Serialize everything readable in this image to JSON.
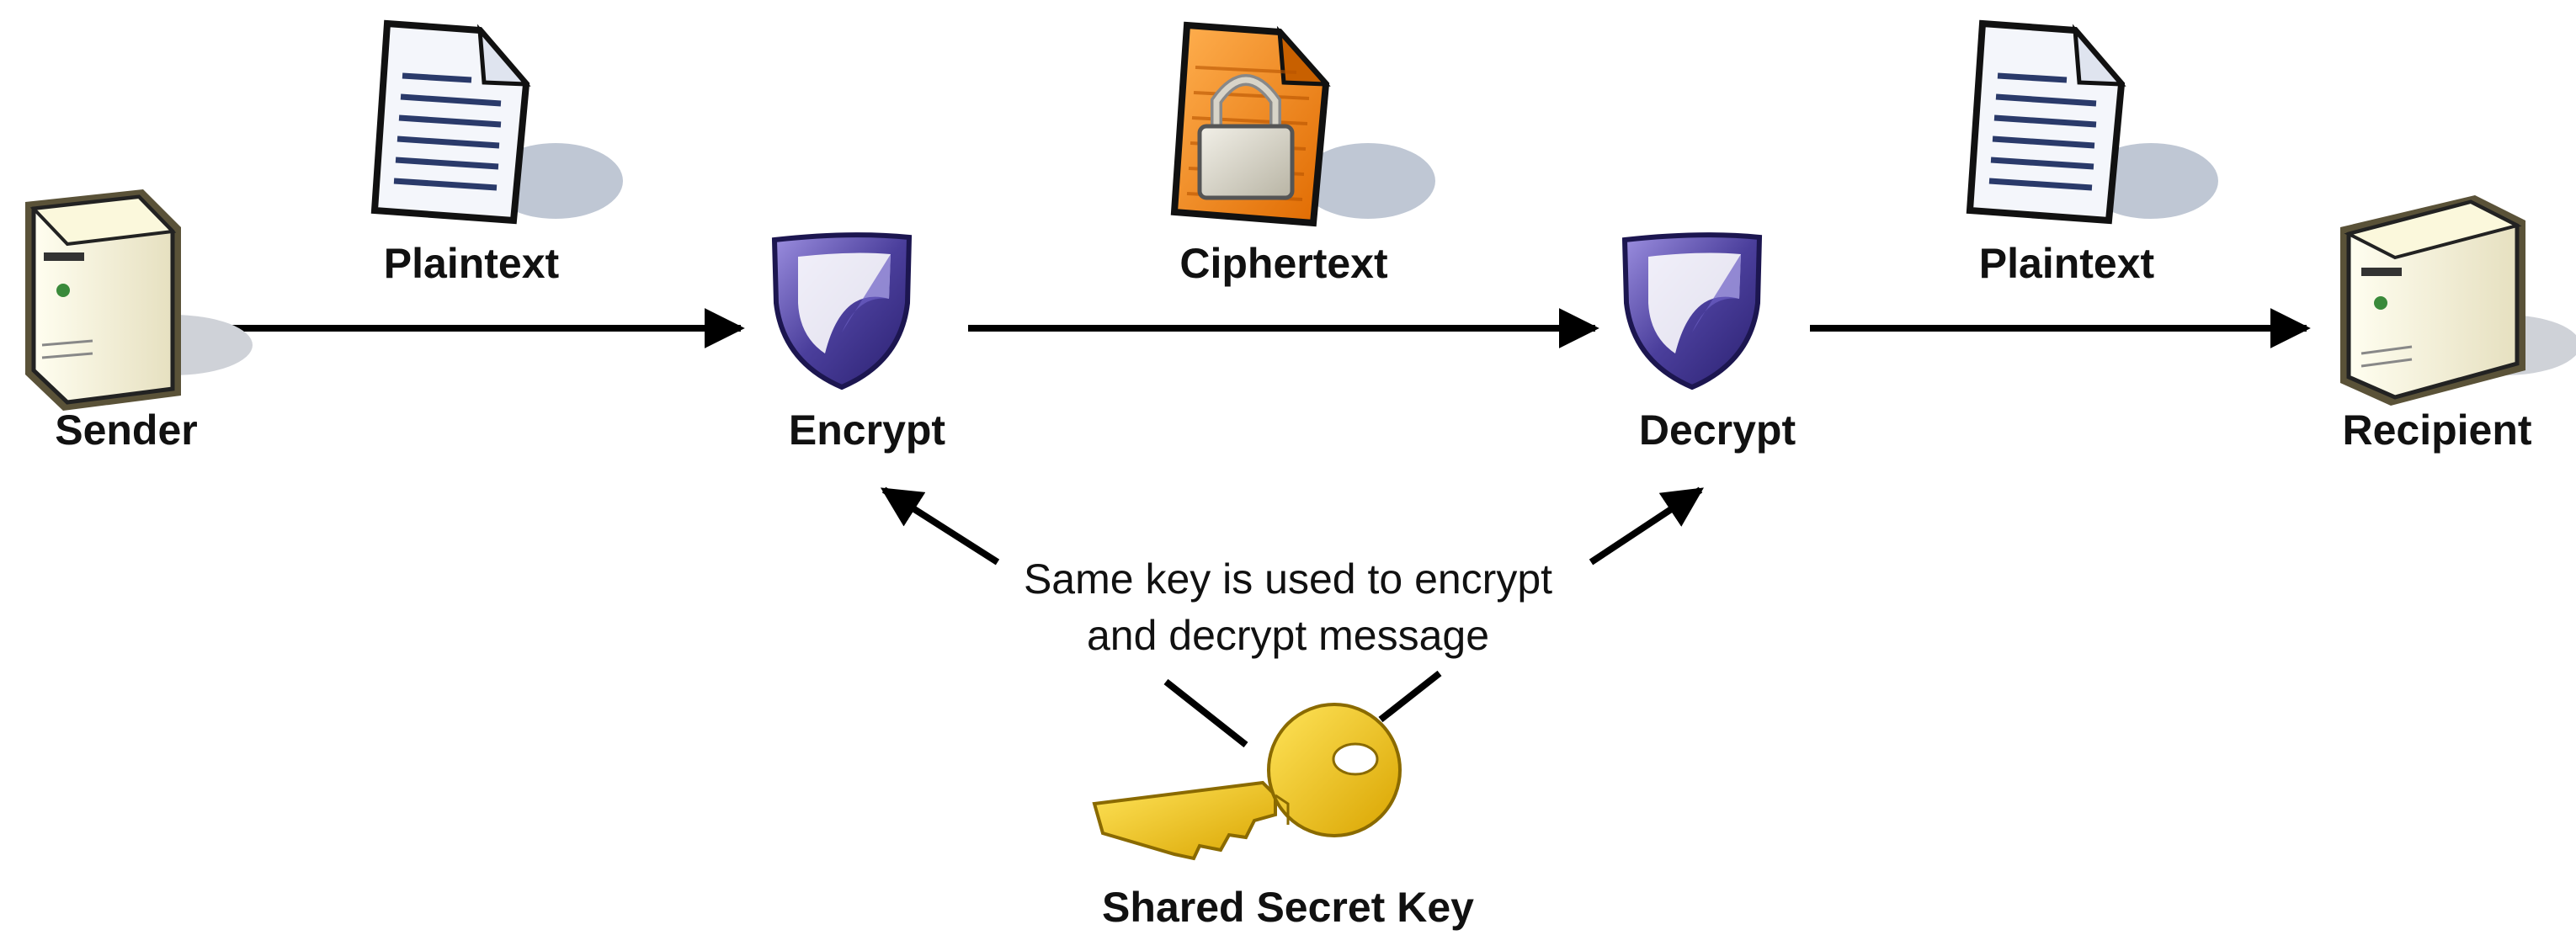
{
  "nodes": {
    "sender": {
      "label": "Sender",
      "icon": "server-computer-icon"
    },
    "encrypt": {
      "label": "Encrypt",
      "icon": "shield-icon"
    },
    "decrypt": {
      "label": "Decrypt",
      "icon": "shield-icon"
    },
    "recipient": {
      "label": "Recipient",
      "icon": "server-computer-icon"
    }
  },
  "edges": {
    "sender_to_encrypt": {
      "label": "Plaintext",
      "icon": "document-icon"
    },
    "encrypt_to_decrypt": {
      "label": "Ciphertext",
      "icon": "locked-document-icon"
    },
    "decrypt_to_recipient": {
      "label": "Plaintext",
      "icon": "document-icon"
    }
  },
  "key": {
    "note_line1": "Same key is used to encrypt",
    "note_line2": "and decrypt message",
    "label": "Shared Secret Key",
    "icon": "key-icon"
  },
  "colors": {
    "arrow": "#000000",
    "shield_purple": "#4b3f9c",
    "cipher_orange": "#f08a1c",
    "key_gold": "#f2c21b",
    "document_blue": "#8fa8d8"
  }
}
